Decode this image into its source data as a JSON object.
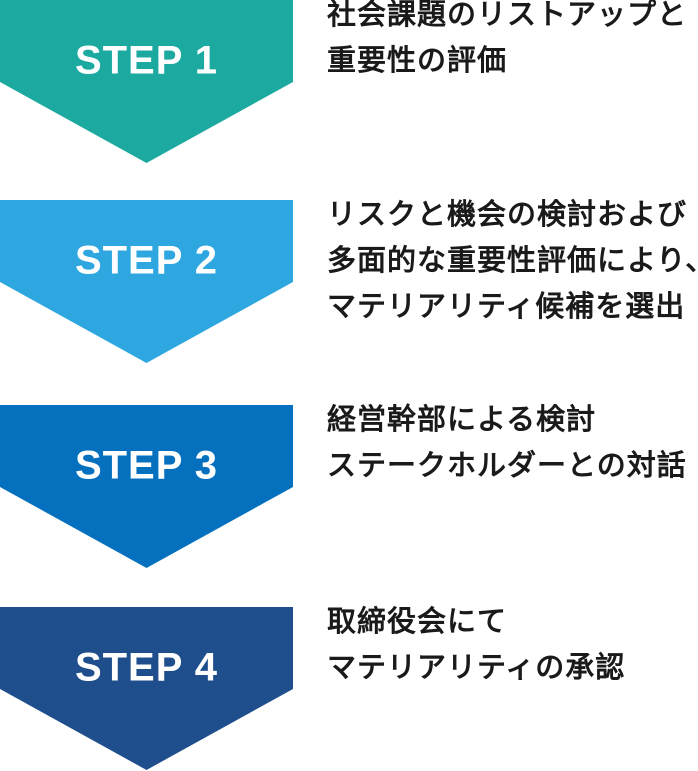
{
  "diagram": {
    "title_hidden": "",
    "label_color": "#FFFFFF",
    "text_color": "#1A1A1A",
    "steps": [
      {
        "label": "STEP 1",
        "color": "#1BA9A0",
        "lines": [
          "社会課題のリストアップと",
          "重要性の評価"
        ]
      },
      {
        "label": "STEP 2",
        "color": "#2EA7E0",
        "lines": [
          "リスクと機会の検討および",
          "多面的な重要性評価により、",
          "マテリアリティ候補を選出"
        ]
      },
      {
        "label": "STEP 3",
        "color": "#0571BE",
        "lines": [
          "経営幹部による検討",
          "ステークホルダーとの対話"
        ]
      },
      {
        "label": "STEP 4",
        "color": "#1E4E8C",
        "lines": [
          "取締役会にて",
          "マテリアリティの承認"
        ]
      }
    ]
  }
}
